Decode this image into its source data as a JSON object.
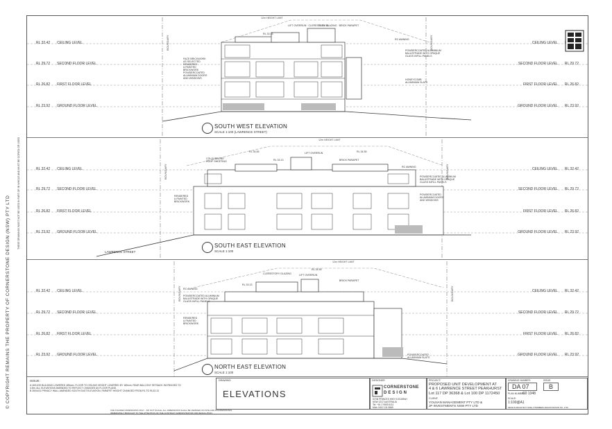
{
  "copyright": "© COPYRIGHT REMAINS THE PROPERTY OF CORNERSTONE DESIGN (NSW) PTY LTD",
  "side_note": "THESE DRAWINGS MUST NOT BE USED IN PART OR IN WHOLE AND MUST BE COPIED OR USED",
  "levels": {
    "ceiling": {
      "name": "CEILING LEVEL",
      "rl": "RL 32.42"
    },
    "second": {
      "name": "SECOND FLOOR LEVEL",
      "rl": "RL 29.72"
    },
    "first": {
      "name": "FIRST FLOOR LEVEL",
      "rl": "RL 26.82"
    },
    "ground": {
      "name": "GROUND FLOOR LEVEL",
      "rl": "RL 23.92"
    }
  },
  "boundary_label": "BOUNDARY",
  "height_limit": "12m HEIGHT LIMIT",
  "elevations": [
    {
      "title": "SOUTH WEST ELEVATION",
      "scale": "SCALE 1:100 (LAWRENCE STREET)",
      "notes_left": [
        "FACE BRICKWORK",
        "AS SELECTED",
        "RENDERED",
        "& PAINTED",
        "BRICKWORK",
        "POWDERCOATED",
        "ALUMINIUM DOORS",
        "AND WINDOWS"
      ],
      "notes_right": [
        "POWDERCOATED ALUMINIUM",
        "BALUSTRADE WITH OPAQUE",
        "GLASS INFILL PANELS",
        "HONEYCOMB",
        "ALUMINIUM SLATS"
      ],
      "notes_top": [
        "LIFT OVERRUN",
        "CLERESTORY GLAZING",
        "BRICK PARAPET",
        "RL 34.55",
        "RL 33.13",
        "RL 34.55",
        "RC AWNING"
      ]
    },
    {
      "title": "SOUTH EAST ELEVATION",
      "scale": "SCALE 1:100",
      "notes_left": [
        "COLOURBOND",
        "ROOF SHEETING",
        "RENDERED",
        "& PAINTED",
        "BRICKWORK"
      ],
      "notes_right": [
        "POWDERCOATED",
        "ALUMINIUM DOORS",
        "AND WINDOWS",
        "POWDERCOATED ALUMINIUM",
        "BALUSTRADE WITH OPAQUE",
        "GLASS INFILL PANELS"
      ],
      "notes_top": [
        "RL 34.55",
        "LIFT OVERRUN",
        "BRICK PARAPET",
        "RL 34.55",
        "RL 33.13",
        "RC AWNING"
      ],
      "street": "LAWRENCE STREET"
    },
    {
      "title": "NORTH EAST ELEVATION",
      "scale": "SCALE 1:100",
      "notes_left": [
        "RC AWNING",
        "POWDERCOATED ALUMINIUM",
        "BALUSTRADE WITH OPAQUE",
        "GLASS INFILL PANELS",
        "RENDERED",
        "& PAINTED",
        "BRICKWORK"
      ],
      "notes_right": [
        "BRICK PARAPET",
        "POWDERCOATED",
        "ALUMINIUM SLATS"
      ],
      "notes_top": [
        "CLERESTORY GLAZING",
        "RL 33.13",
        "LIFT OVERRUN",
        "RL 34.55"
      ]
    }
  ],
  "title_block": {
    "issue_label": "ISSUE:",
    "issue_notes": [
      "A  18/12/20 BUILDING LOWERED 485mm. FLOOR TO CEILING HEIGHT LOWERED BY 185mm. REAR BALCONY SETBACK INCREASED TO",
      "   4.8m. ALL ELEVATIONS AMENDED TO REFLECT CHANGES AS FLOOR PLANS.",
      "B  28/04/21 PRIVACY WALL AMENDED SOUTH EAST ELEVATION. PARAPET HEIGHT CHANGED FROM RL TO RL33.13"
    ],
    "drawing_label": "DRAWING:",
    "drawing_title": "ELEVATIONS",
    "designer_label": "DESIGNER",
    "company_name_1": "CORNERSTONE",
    "company_name_2": "DESIGN",
    "company_address": [
      "5/706 PRINCES HWY KOGARAH",
      "NSW 2217 AUSTRALIA",
      "Tel: +61 2 9553 6111",
      "Mob: 0412 111 0669"
    ],
    "project_label": "PROJECT:",
    "project_lines": [
      "PROPOSED UNIT DEVELOPMENT AT",
      "4 & 6 LAWRENCE STREET PEAKHURST",
      "Lot 117 DP 36368 & Lot 100 DP 1172450"
    ],
    "client_label": "CLIENT:",
    "client_lines": [
      "YOLNAN MANAGEMENT PTY LTD &",
      "JP INVESTMENTS NSW PTY LTD"
    ],
    "drawing_number_label": "DRAWING NUMBER:",
    "drawing_number": "DA 07",
    "issue_letter_label": "ISSUE:",
    "issue_letter": "B",
    "plan_number_label": "PLAN NUMBER:",
    "plan_number": "C0 1348",
    "scale_label": "SCALE:",
    "scale": "1:100@A1",
    "footer_note": "DESIGN ARCHITECT NOEL STEINBERG REGISTRATION NO. 1794",
    "bottom_note_1": "USE FIGURED DIMENSIONS ONLY - DO NOT SCALE. ALL DIMENSIONS SHALL BE VERIFIED ON SITE AND DISCREPANCIES",
    "bottom_note_2": "IMMEDIATELY BROUGHT TO THE ATTENTION OF THE CONTRACT ADMINISTRATOR FOR RESOLUTION."
  },
  "colors": {
    "line": "#333333",
    "light": "#8a8a8a",
    "hatch": "#bbbbbb"
  }
}
